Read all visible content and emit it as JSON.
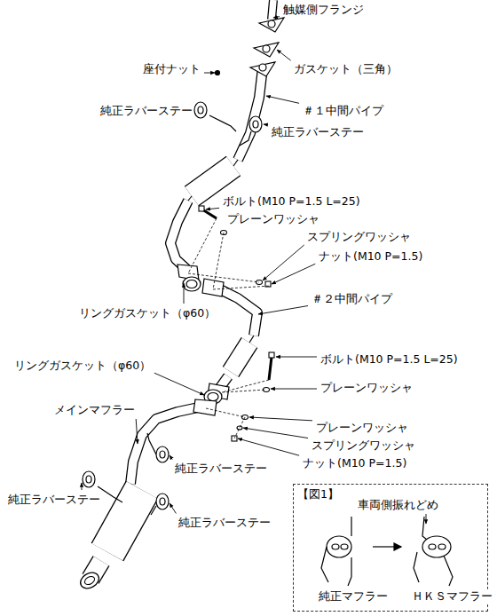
{
  "diagram": {
    "nodes": [
      {
        "text": [
          "【図1】"
        ]
      }
    ],
    "labels": [
      "触媒側フランジ",
      "ガスケット（三角）",
      "座付ナット",
      "純正ラバーステー",
      "＃１中間パイプ",
      "純正ラバーステー",
      "ボルト(M10 P=1.5 L=25)",
      "プレーンワッシャ",
      "スプリングワッシャ",
      "ナット(M10 P=1.5)",
      "＃２中間パイプ",
      "リングガスケット（φ60）",
      "リングガスケット（φ60）",
      "ボルト(M10 P=1.5 L=25)",
      "プレーンワッシャ",
      "メインマフラー",
      "プレーンワッシャ",
      "スプリングワッシャ",
      "ナット(M10 P=1.5)",
      "純正ラバーステー",
      "純正ラバーステー",
      "純正ラバーステー",
      "車両側振れどめ",
      "純正マフラー",
      "ＨＫＳマフラー"
    ]
  }
}
